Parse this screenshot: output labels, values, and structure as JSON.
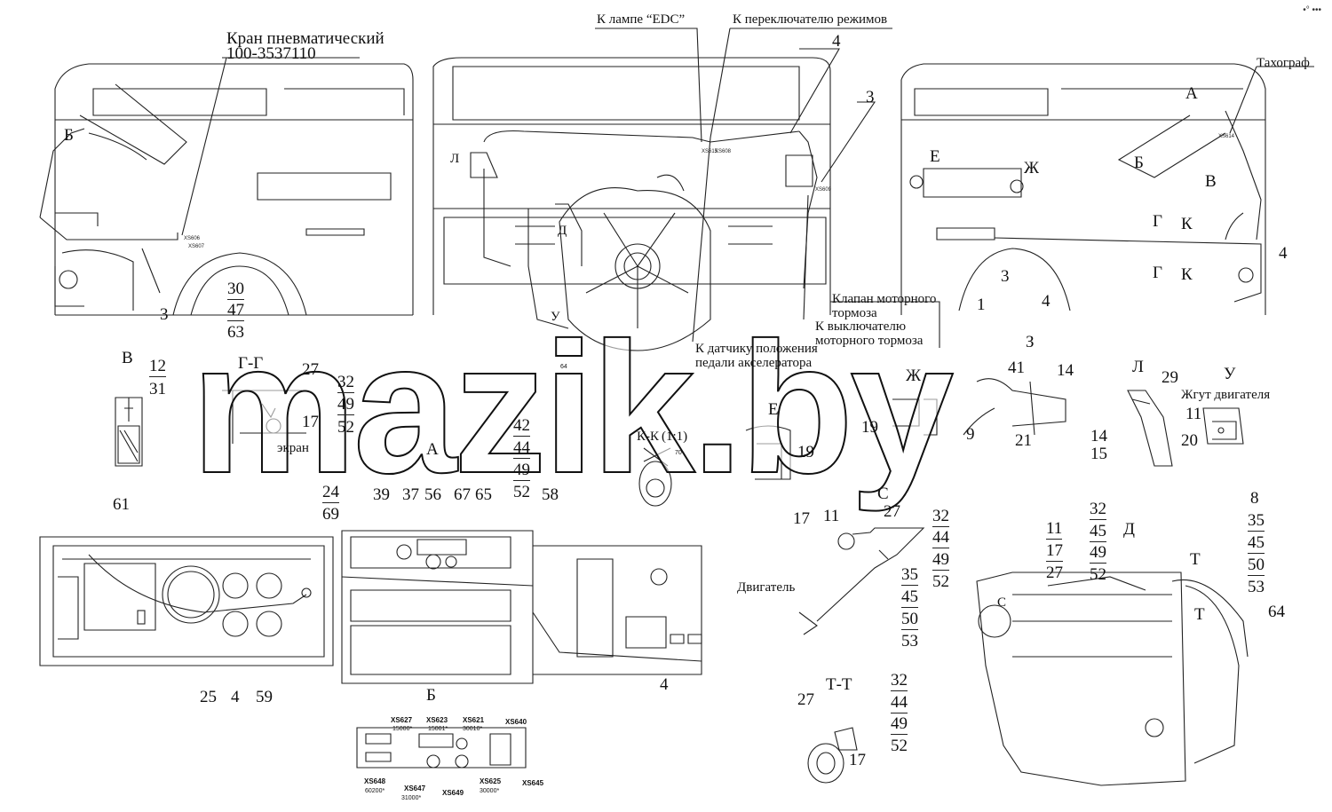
{
  "watermark": "mazik.by",
  "callouts": {
    "kran_line1": "Кран пневматический",
    "kran_line2": "100-3537110",
    "lamp_edc": "К лампе “EDC”",
    "mode_switch": "К переключателю режимов",
    "tachograph": "Тахограф",
    "engine_brake_valve_1": "Клапан моторного",
    "engine_brake_valve_2": "тормоза",
    "engine_brake_switch_1": "К выключателю",
    "engine_brake_switch_2": "моторного тормоза",
    "pedal_sensor_1": "К датчику положения",
    "pedal_sensor_2": "педали акселератора",
    "screen": "экран",
    "engine": "Двигатель",
    "engine_harness": "Жгут двигателя"
  },
  "section_labels": {
    "B": "В",
    "GG": "Г-Г",
    "A": "А",
    "KK": "К-К",
    "KK_scale": "(1:1)",
    "E": "Е",
    "Z": "З",
    "Zh": "Ж",
    "L": "Л",
    "U": "У",
    "S": "С",
    "D": "Д",
    "TT": "Т-Т",
    "Bview": "Б"
  },
  "view_markers": {
    "B1": "Б",
    "A1": "А",
    "B2": "Б",
    "V1": "В",
    "E1": "Е",
    "Zh1": "Ж",
    "G1": "Г",
    "K1": "К",
    "G2": "Г",
    "K2": "К",
    "L1": "Л",
    "D1": "Д",
    "U1": "У",
    "C1": "С",
    "T1": "Т",
    "T2": "Т"
  },
  "numbers": {
    "left_3": "3",
    "left_30": "30",
    "left_47": "47",
    "left_63": "63",
    "mid_4": "4",
    "mid_3": "3",
    "mid_64": "64",
    "kk_70": "70",
    "right_4a": "4",
    "right_3": "3",
    "right_1": "1",
    "right_4b": "4",
    "v_12": "12",
    "v_31": "31",
    "gg_27": "27",
    "gg_32": "32",
    "gg_49": "49",
    "gg_17": "17",
    "gg_52": "52",
    "a_42": "42",
    "a_44": "44",
    "a_49": "49",
    "a_52": "52",
    "a_24": "24",
    "a_69": "69",
    "a_39": "39",
    "a_37": "37",
    "a_56": "56",
    "a_67": "67",
    "a_65": "65",
    "a_58": "58",
    "e_19": "19",
    "z_19": "19",
    "z_41": "41",
    "z_14": "14",
    "z_9": "9",
    "z_21": "21",
    "l_29": "29",
    "l_14": "14",
    "l_15": "15",
    "u_11": "11",
    "u_20": "20",
    "p_61": "61",
    "p_25": "25",
    "p_4": "4",
    "p_59": "59",
    "c_4": "4",
    "s_17": "17",
    "s_11": "11",
    "s_27": "27",
    "s_32": "32",
    "s_44": "44",
    "s_49": "49",
    "s_52": "52",
    "s_35": "35",
    "s_45": "45",
    "s_50": "50",
    "s_53": "53",
    "t_27": "27",
    "t_32": "32",
    "t_44": "44",
    "t_49": "49",
    "t_52": "52",
    "t_17": "17",
    "d_11": "11",
    "d_17": "17",
    "d_27": "27",
    "d_32": "32",
    "d_45": "45",
    "d_49": "49",
    "d_52": "52",
    "d_8": "8",
    "d_35": "35",
    "d_45b": "45",
    "d_50": "50",
    "d_53": "53",
    "d_64": "64"
  },
  "connectors": {
    "xs627": "XS627",
    "xs627n": "15000*",
    "xs623": "XS623",
    "xs623n": "15001*",
    "xs621": "XS621",
    "xs621n": "30010*",
    "xs640": "XS640",
    "xs648": "XS648",
    "xs648n": "60200*",
    "xs647": "XS647",
    "xs647n": "31000*",
    "xs649": "XS649",
    "xs625": "XS625",
    "xs625n": "30000*",
    "xs645": "XS645",
    "xs606": "XS606",
    "xs607": "XS607",
    "xs615": "XS615",
    "xs608": "XS608",
    "xs609": "XS609",
    "xs614": "XS614"
  },
  "colors": {
    "line": "#222222",
    "watermark_stroke": "#111111",
    "watermark_fill": "#ffffff"
  },
  "corner_dots": "•° •••"
}
